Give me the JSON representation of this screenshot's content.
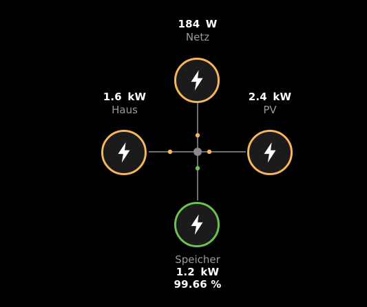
{
  "colors": {
    "background": "#000000",
    "node_fill": "#1b1b1c",
    "line": "#6e6e6e",
    "hub": "#8a8a8a",
    "orange": "#f6b65a",
    "green": "#6cc350"
  },
  "netz": {
    "value": "184  W",
    "name": "Netz",
    "icon": "lightning-icon"
  },
  "haus": {
    "value": "1.6  kW",
    "name": "Haus",
    "icon": "lightning-icon"
  },
  "pv": {
    "value": "2.4  kW",
    "name": "PV",
    "icon": "lightning-icon"
  },
  "speicher": {
    "name": "Speicher",
    "value": "1.2  kW",
    "soc": "99.66 %",
    "icon": "lightning-icon"
  }
}
